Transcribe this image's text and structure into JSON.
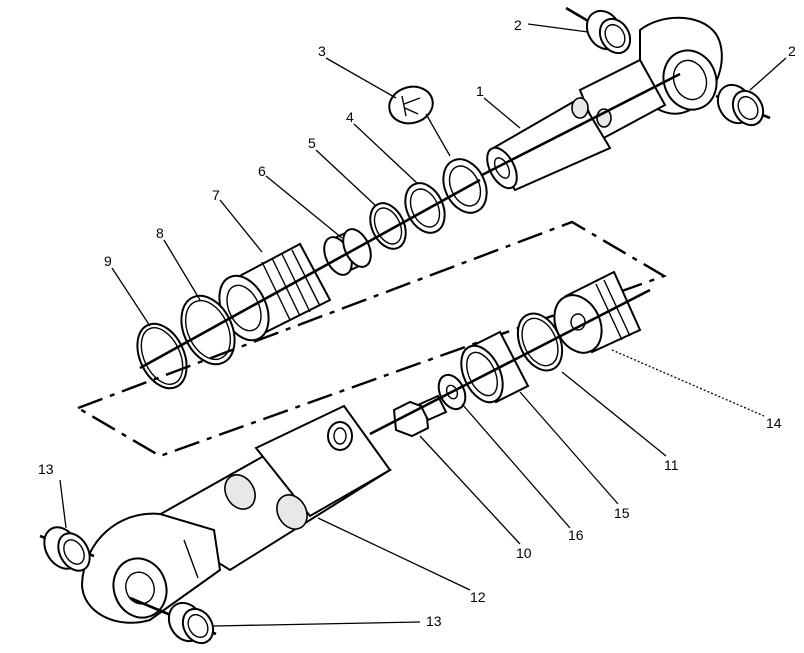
{
  "callouts": [
    {
      "id": "c1",
      "text": "1"
    },
    {
      "id": "c2a",
      "text": "2"
    },
    {
      "id": "c2b",
      "text": "2"
    },
    {
      "id": "c3",
      "text": "3"
    },
    {
      "id": "c4",
      "text": "4"
    },
    {
      "id": "c5",
      "text": "5"
    },
    {
      "id": "c6",
      "text": "6"
    },
    {
      "id": "c7",
      "text": "7"
    },
    {
      "id": "c8",
      "text": "8"
    },
    {
      "id": "c9",
      "text": "9"
    },
    {
      "id": "c10",
      "text": "10"
    },
    {
      "id": "c11",
      "text": "11"
    },
    {
      "id": "c12",
      "text": "12"
    },
    {
      "id": "c13a",
      "text": "13"
    },
    {
      "id": "c13b",
      "text": "13"
    },
    {
      "id": "c14",
      "text": "14"
    },
    {
      "id": "c15",
      "text": "15"
    },
    {
      "id": "c16",
      "text": "16"
    }
  ]
}
